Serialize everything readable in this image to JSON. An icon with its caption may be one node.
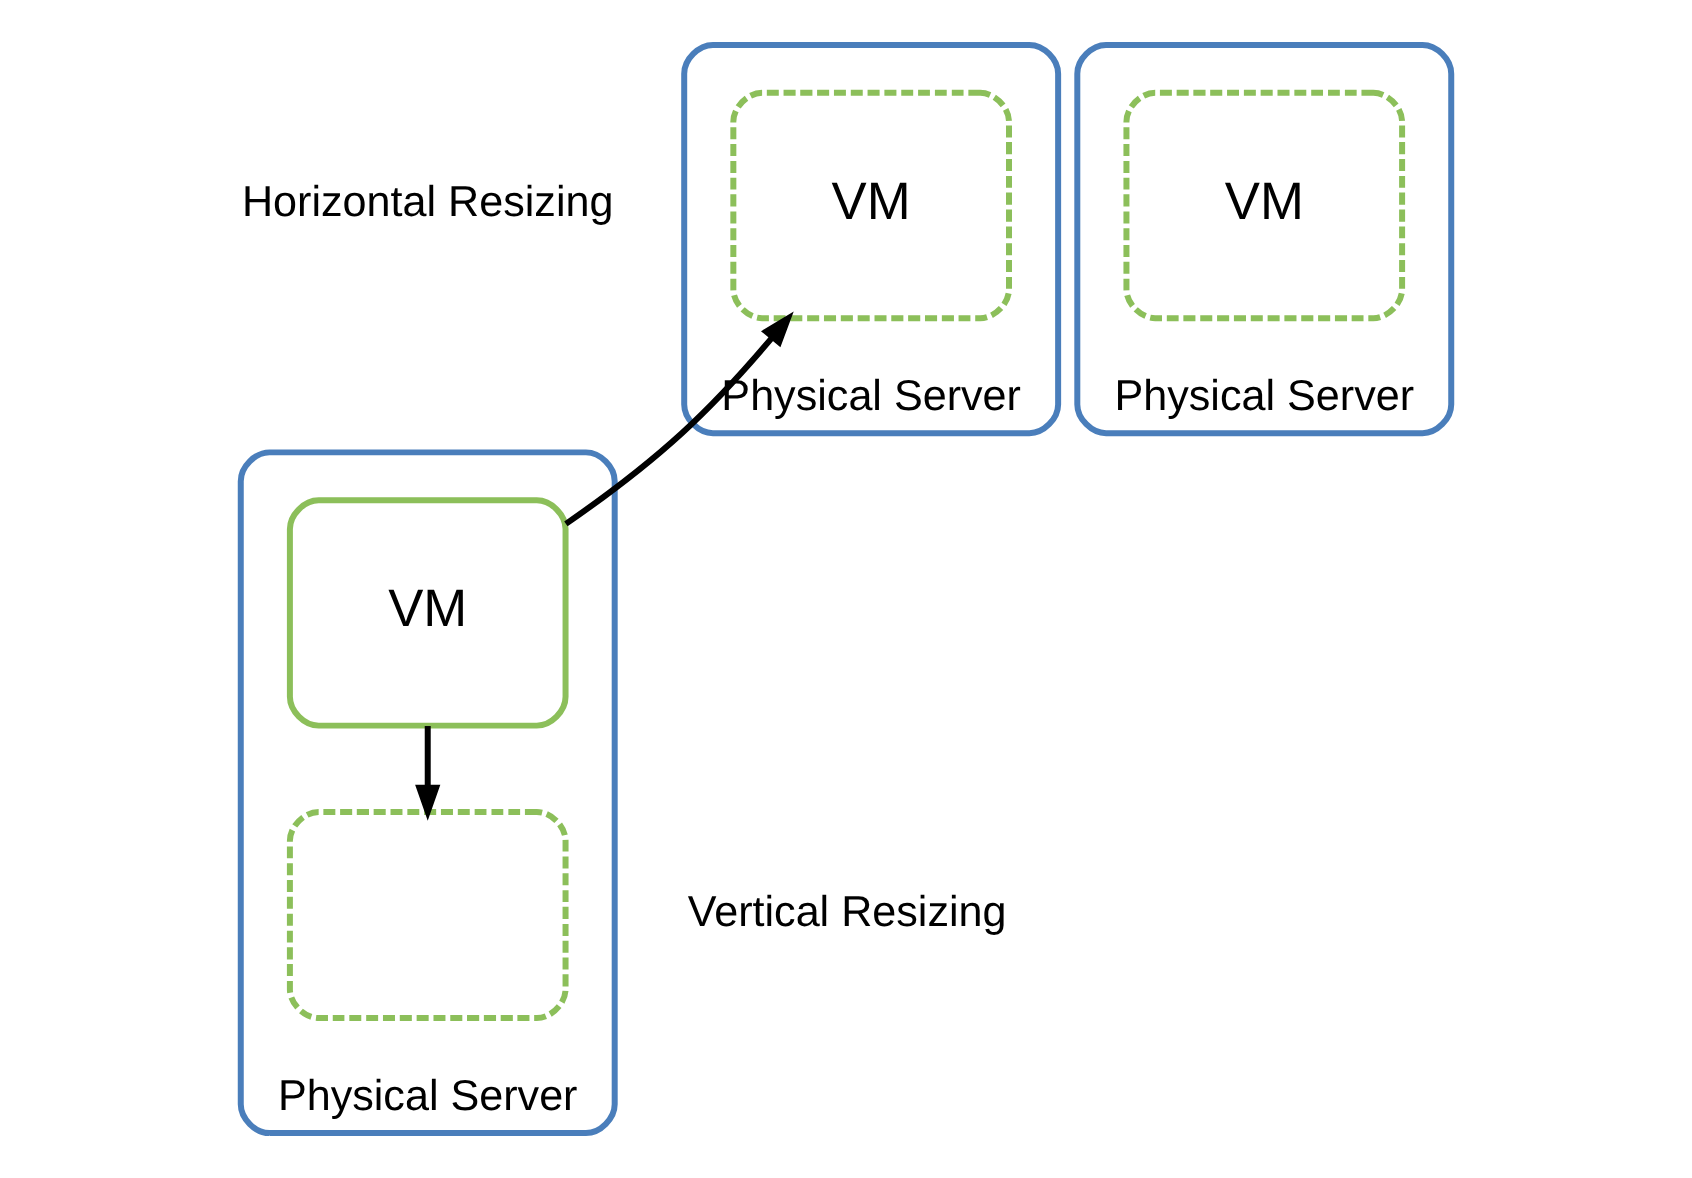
{
  "diagram": {
    "nodes": [
      {
        "text": [
          "Physical Server"
        ]
      },
      {
        "text": [
          "VM"
        ],
        "in": 0
      },
      {
        "text": [],
        "shape": "box",
        "in": 0
      },
      {
        "text": [
          "Physical Server"
        ]
      },
      {
        "text": [
          "VM"
        ],
        "in": 3
      },
      {
        "text": [
          "Physical Server"
        ]
      },
      {
        "text": [
          "VM"
        ],
        "in": 5
      }
    ],
    "edges": [
      {
        "from": 1,
        "to": 2,
        "arrow": "to"
      },
      {
        "from": 1,
        "to": 4,
        "arrow": "to"
      }
    ],
    "labels": [
      "Horizontal Resizing",
      "Vertical Resizing"
    ]
  }
}
